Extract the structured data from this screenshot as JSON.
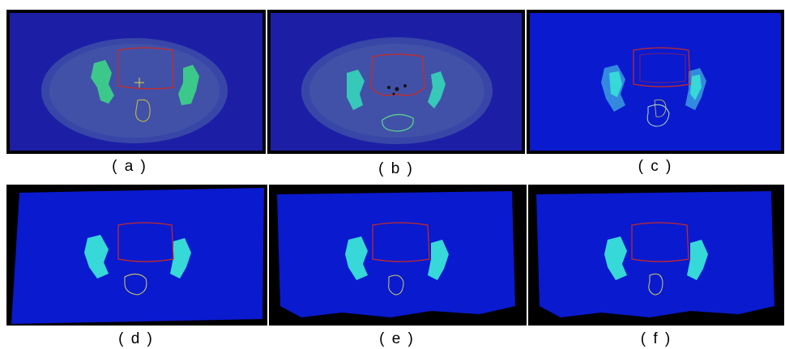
{
  "figure": {
    "captions": [
      "( a )",
      "( b )",
      "( c )",
      "( d )",
      "( e )",
      "( f )"
    ],
    "colors": {
      "background_blue": "#0a1acf",
      "frame_black": "#000000",
      "body_blue": "#3d4ea8",
      "bone_green": "#3cc88a",
      "bone_cyan": "#36d8d8",
      "contour_red": "#cc2a22",
      "contour_yellow": "#c9c23a",
      "contour_green": "#55d08a"
    }
  }
}
